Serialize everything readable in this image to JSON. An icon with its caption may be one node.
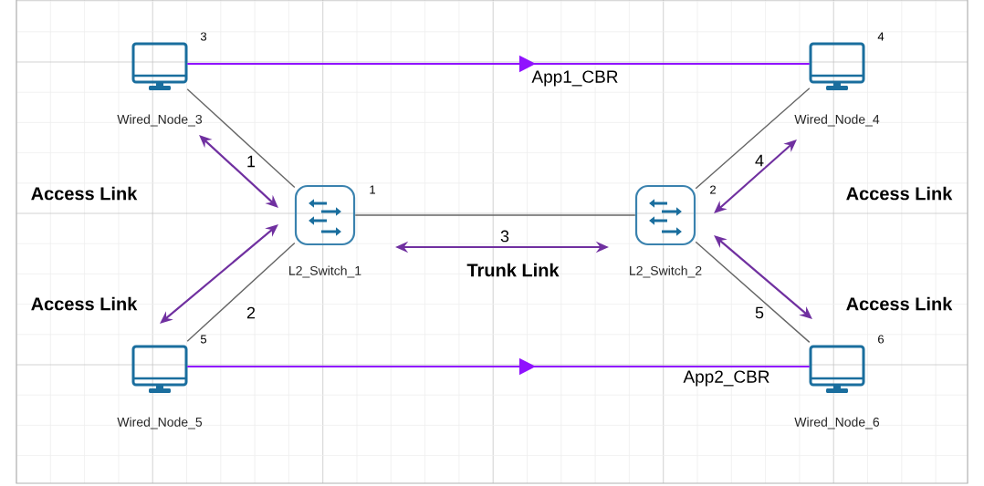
{
  "diagram": {
    "nodes": [
      {
        "text": [
          "Wired_Node_3"
        ],
        "beside": [
          "3"
        ]
      },
      {
        "text": [
          "Wired_Node_4"
        ],
        "beside": [
          "4"
        ]
      },
      {
        "text": [
          "L2_Switch_1"
        ],
        "beside": [
          "1"
        ]
      },
      {
        "text": [
          "L2_Switch_2"
        ],
        "beside": [
          "2"
        ]
      },
      {
        "text": [
          "Wired_Node_5"
        ],
        "beside": [
          "5"
        ]
      },
      {
        "text": [
          "Wired_Node_6"
        ],
        "beside": [
          "6"
        ]
      }
    ],
    "edges": [
      {
        "from": 0,
        "to": 2,
        "arrow": "none",
        "label": "1"
      },
      {
        "from": 4,
        "to": 2,
        "arrow": "none",
        "label": "2"
      },
      {
        "from": 2,
        "to": 3,
        "arrow": "none",
        "label": "3"
      },
      {
        "from": 1,
        "to": 3,
        "arrow": "none",
        "label": "4"
      },
      {
        "from": 3,
        "to": 5,
        "arrow": "none",
        "label": "5"
      },
      {
        "from": 0,
        "to": 1,
        "arrow": "to",
        "label": "App1_CBR",
        "color": "#9013fe"
      },
      {
        "from": 4,
        "to": 5,
        "arrow": "to",
        "label": "App2_CBR",
        "color": "#9013fe"
      }
    ],
    "labels": [
      "Access Link",
      "Access Link",
      "Trunk Link",
      "Access Link",
      "Access Link"
    ]
  }
}
